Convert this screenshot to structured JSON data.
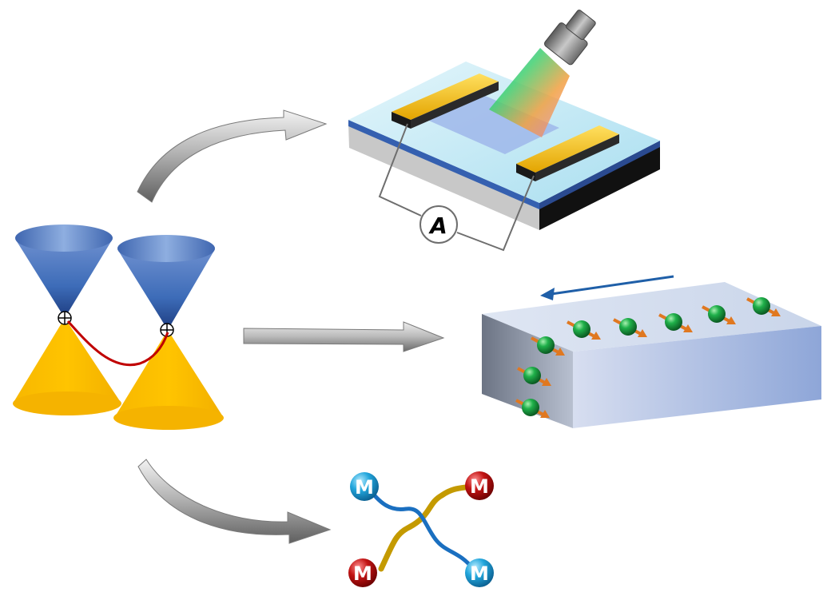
{
  "circuit": {
    "ammeter_label": "A"
  },
  "majorana": {
    "labels": [
      "M",
      "M",
      "M",
      "M"
    ]
  },
  "colors": {
    "cone_blue": "#3d6cb8",
    "cone_gold": "#fcbf00",
    "fermi_arc": "#c00000",
    "gold_electrode": "#f5c518",
    "substrate_cyan": "#bfeaf5",
    "spin_ball": "#1a9a3a",
    "spin_arrow": "#e07820",
    "current_arrow": "#1f5fa8",
    "majorana_blue": "#1aa0d8",
    "majorana_red": "#b01010",
    "braid_blue": "#1a6fc0",
    "braid_gold": "#c49a00"
  },
  "icons": [
    "weyl-cone-pair-icon",
    "photodetector-device-icon",
    "spin-current-slab-icon",
    "majorana-braiding-icon"
  ]
}
